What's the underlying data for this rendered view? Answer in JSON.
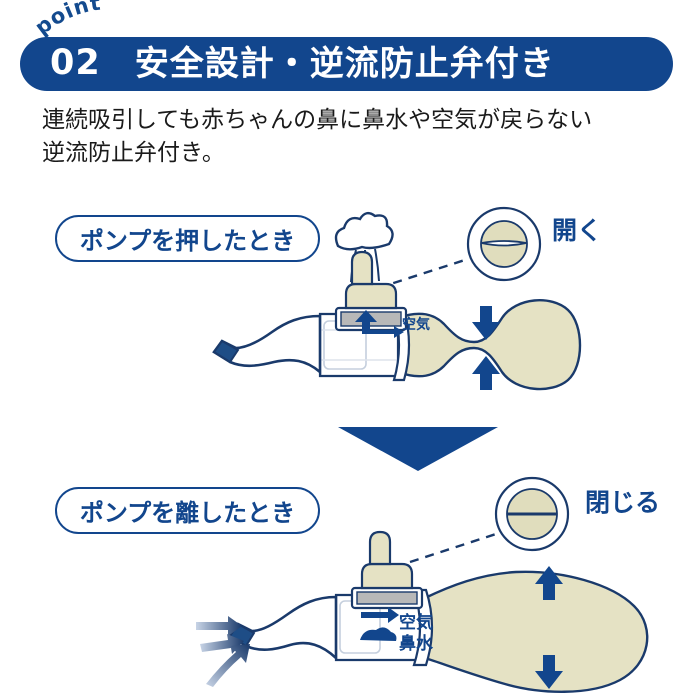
{
  "page": {
    "background_color": "#ffffff",
    "brand_blue": "#12468d",
    "outline_navy": "#1a3a6b",
    "bulb_cream": "#e5e2c4",
    "valve_cream": "#e0ddbd"
  },
  "header": {
    "eyebrow": "point",
    "number": "02",
    "title": "安全設計・逆流防止弁付き",
    "bar_color": "#12468d",
    "text_color": "#ffffff"
  },
  "body": {
    "line1": "連続吸引しても赤ちゃんの鼻に鼻水や空気が戻らない",
    "line2": "逆流防止弁付き。"
  },
  "sections": [
    {
      "id": "pressed",
      "pill_label": "ポンプを押したとき",
      "valve_state_label": "開く",
      "valve_state": "open",
      "flow_labels": [
        {
          "name": "air",
          "text": "空気"
        }
      ],
      "bulb_state": "compressed",
      "bulb_arrows": [
        "down",
        "up"
      ]
    },
    {
      "id": "released",
      "pill_label": "ポンプを離したとき",
      "valve_state_label": "閉じる",
      "valve_state": "closed",
      "flow_labels": [
        {
          "name": "air",
          "text": "空気"
        },
        {
          "name": "mucus",
          "text": "鼻水"
        }
      ],
      "bulb_state": "expanded",
      "bulb_arrows": [
        "up",
        "down"
      ]
    }
  ],
  "icons": {
    "divider": "down-triangle-icon",
    "suction": "suction-arrows-icon",
    "air_puff": "air-puff-cloud-icon"
  }
}
